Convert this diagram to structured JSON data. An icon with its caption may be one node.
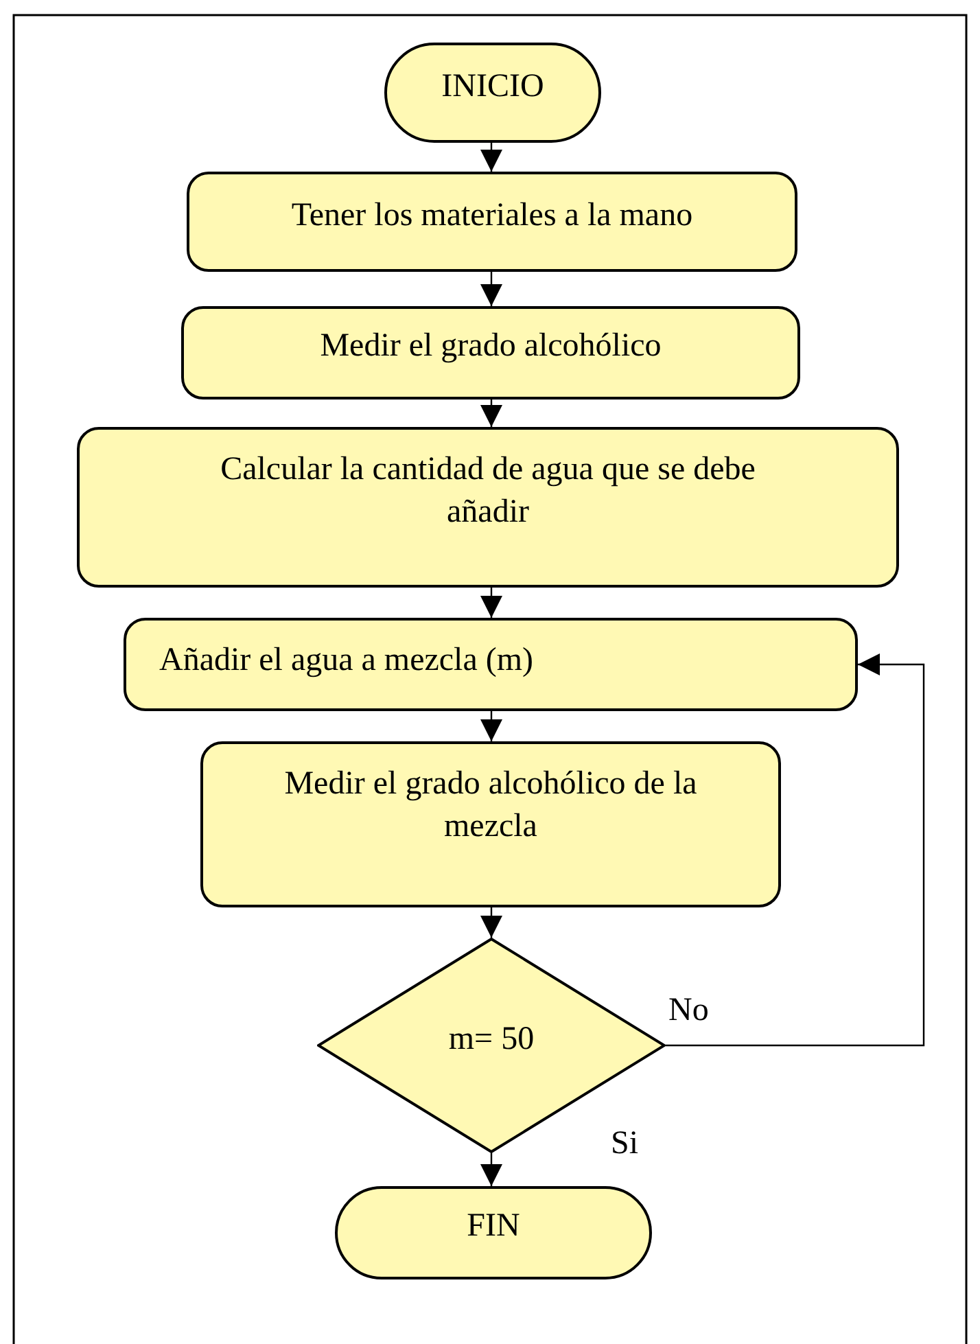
{
  "diagram": {
    "nodes": [
      {
        "text": [
          "INICIO"
        ]
      },
      {
        "text": [
          "Tener los materiales a la mano"
        ]
      },
      {
        "text": [
          "Medir el grado alcohólico"
        ]
      },
      {
        "text": [
          "Calcular la cantidad de agua que se debe añadir"
        ]
      },
      {
        "text": [
          "Añadir el agua a mezcla (m)"
        ]
      },
      {
        "text": [
          "Medir el grado alcohólico de la mezcla"
        ]
      },
      {
        "text": [
          "m= 50"
        ]
      },
      {
        "text": [
          "FIN"
        ]
      }
    ],
    "edges": [
      {
        "from": 0,
        "to": 1,
        "arrow": "to"
      },
      {
        "from": 1,
        "to": 2,
        "arrow": "to"
      },
      {
        "from": 2,
        "to": 3,
        "arrow": "to"
      },
      {
        "from": 3,
        "to": 4,
        "arrow": "to"
      },
      {
        "from": 4,
        "to": 5,
        "arrow": "to"
      },
      {
        "from": 5,
        "to": 6,
        "arrow": "to"
      },
      {
        "from": 6,
        "to": 4,
        "arrow": "to",
        "label": "No"
      },
      {
        "from": 6,
        "to": 7,
        "arrow": "to",
        "label": "Si"
      }
    ]
  }
}
